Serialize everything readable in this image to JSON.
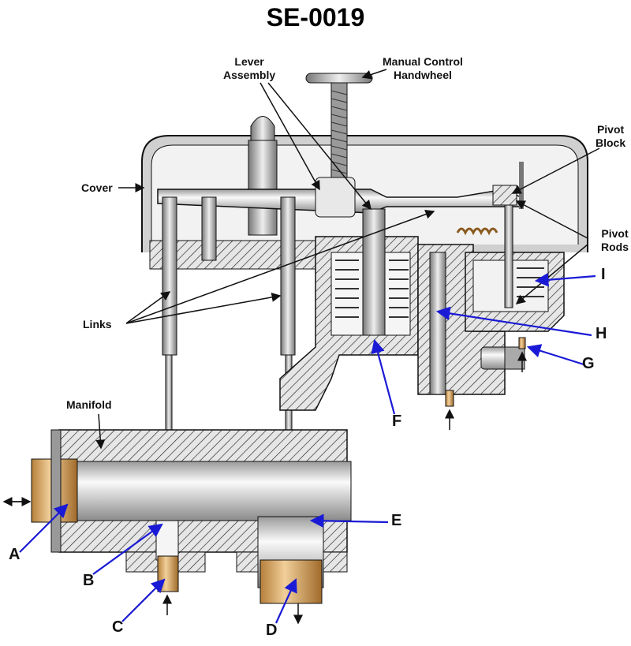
{
  "title": "SE-0019",
  "labels": {
    "lever_assembly": [
      "Lever",
      "Assembly"
    ],
    "handwheel": [
      "Manual Control",
      "Handwheel"
    ],
    "pivot_block": [
      "Pivot",
      "Block"
    ],
    "cover": "Cover",
    "pivot_rods": [
      "Pivot",
      "Rods"
    ],
    "links": "Links",
    "manifold": "Manifold",
    "A": "A",
    "B": "B",
    "C": "C",
    "D": "D",
    "E": "E",
    "F": "F",
    "G": "G",
    "H": "H",
    "I": "I"
  },
  "colors": {
    "callout_arrow": "#1a1ad6",
    "metal": "#c8c8c8",
    "brass": "#d9a662",
    "outline": "#111111"
  }
}
